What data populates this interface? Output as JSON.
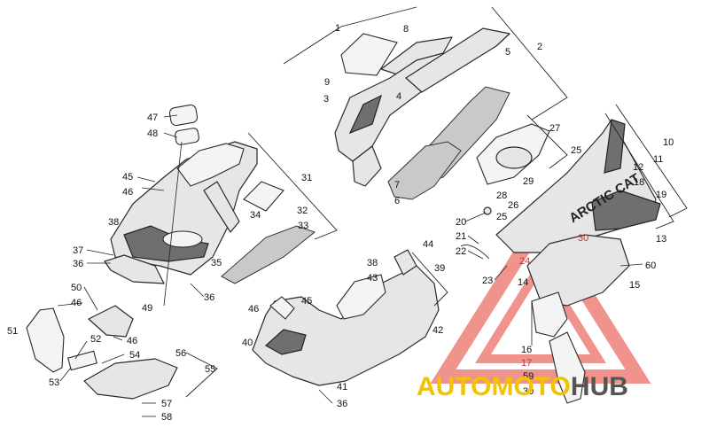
{
  "callouts": [
    "1",
    "2",
    "3",
    "4",
    "5",
    "6",
    "7",
    "8",
    "9",
    "10",
    "11",
    "12",
    "13",
    "14",
    "15",
    "16",
    "17",
    "18",
    "19",
    "20",
    "21",
    "22",
    "23",
    "24",
    "25",
    "25",
    "26",
    "27",
    "28",
    "29",
    "30",
    "30",
    "31",
    "32",
    "33",
    "34",
    "35",
    "36",
    "36",
    "36",
    "37",
    "38",
    "38",
    "39",
    "40",
    "41",
    "42",
    "43",
    "44",
    "45",
    "45",
    "46",
    "46",
    "46",
    "46",
    "47",
    "48",
    "49",
    "50",
    "51",
    "52",
    "53",
    "54",
    "55",
    "56",
    "57",
    "58",
    "59",
    "60"
  ],
  "decal_text": "ARCTIC CAT",
  "watermark": {
    "part1": "AUTO",
    "part2": "MOTO",
    "part3": "HUB"
  },
  "colors": {
    "watermark_triangle": "#e23b2e",
    "watermark_yellow": "#f2c300",
    "watermark_gray": "#555555"
  }
}
